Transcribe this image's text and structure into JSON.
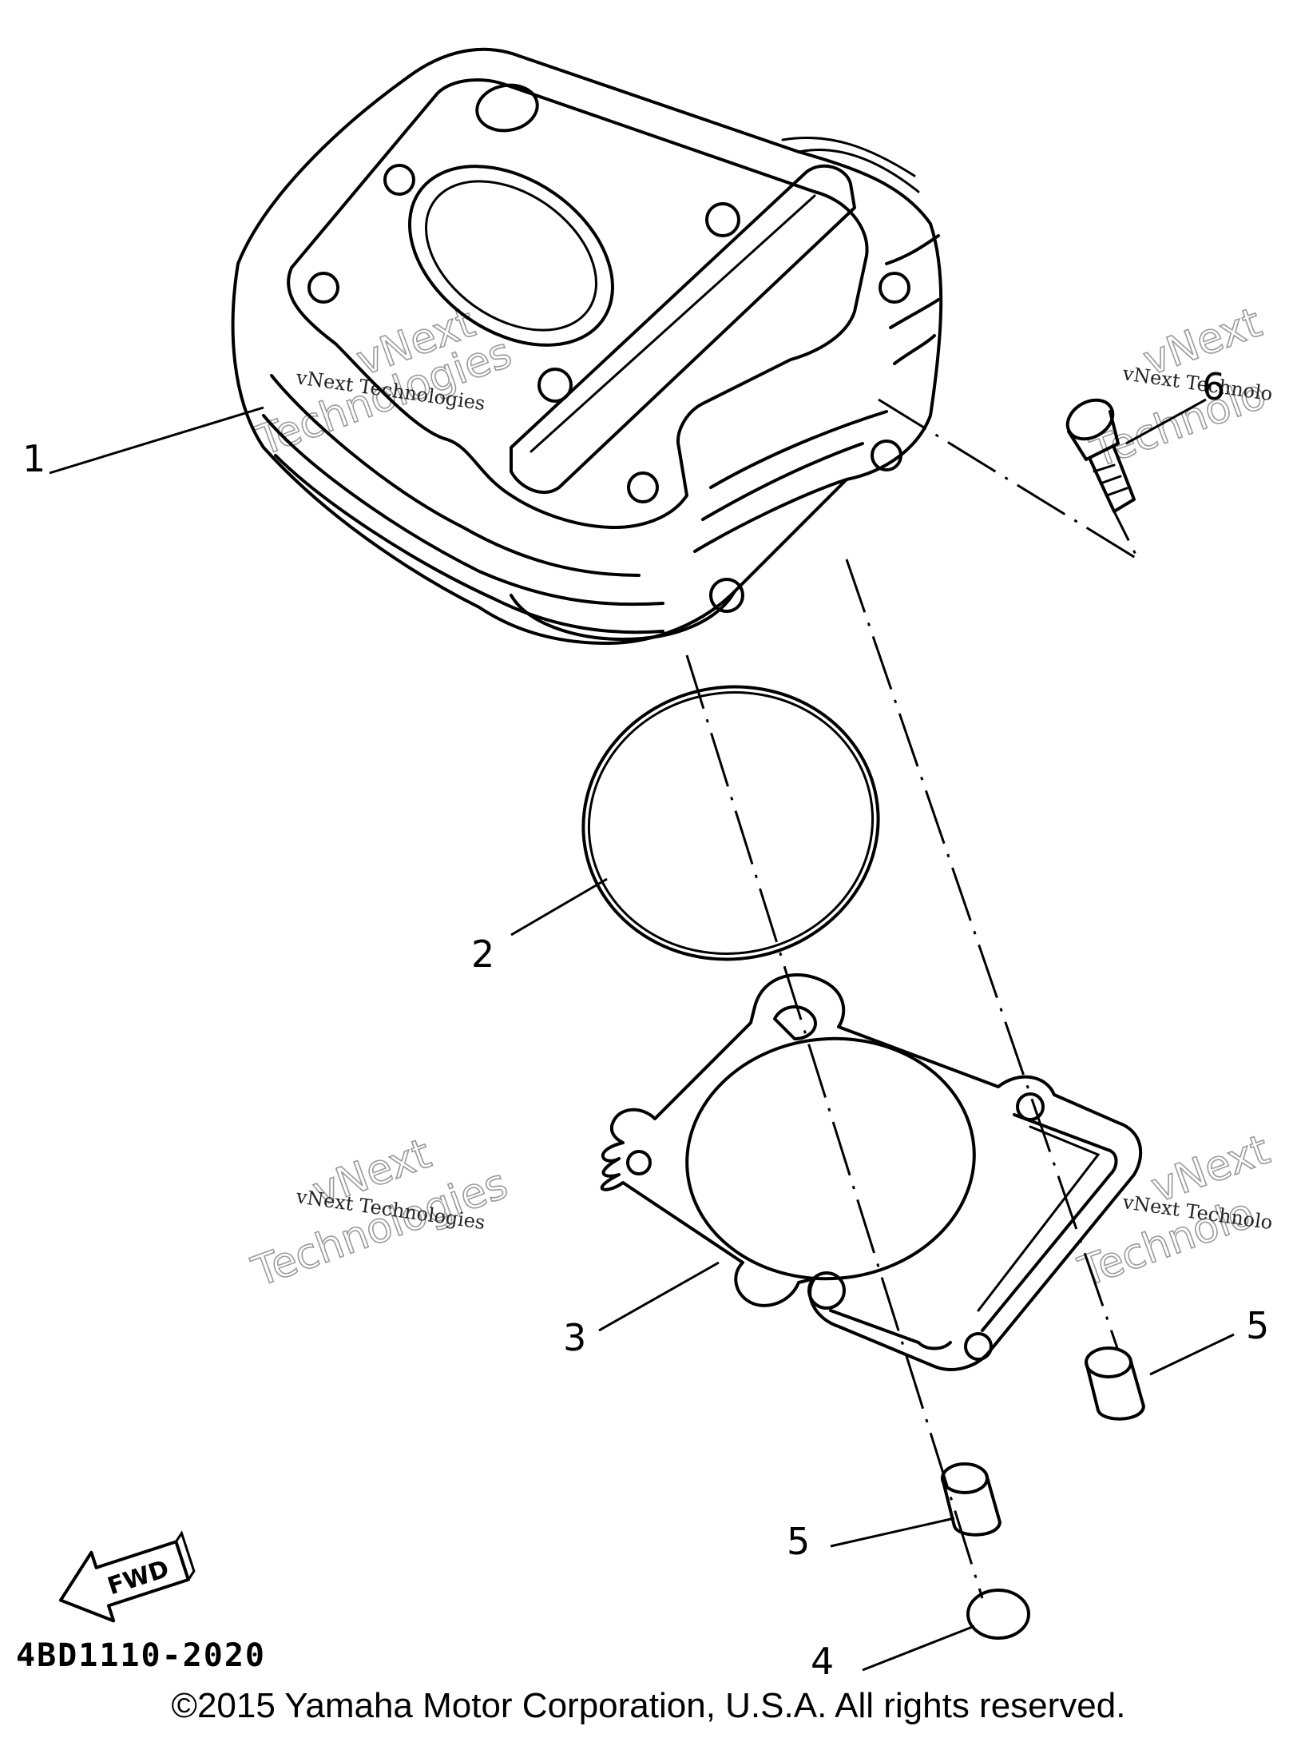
{
  "diagram": {
    "callouts": [
      "1",
      "2",
      "3",
      "4",
      "5",
      "5",
      "6"
    ],
    "figure_code": "4BD1110-2020",
    "fwd_label": "FWD",
    "watermark": {
      "line1": "vNext Technologies",
      "line2": "vNext",
      "line3": "Technologies",
      "right_line1": "vNext Technolo",
      "right_line3": "Technolo"
    }
  },
  "footer": {
    "copyright": "©2015 Yamaha Motor Corporation, U.S.A. All rights reserved."
  }
}
